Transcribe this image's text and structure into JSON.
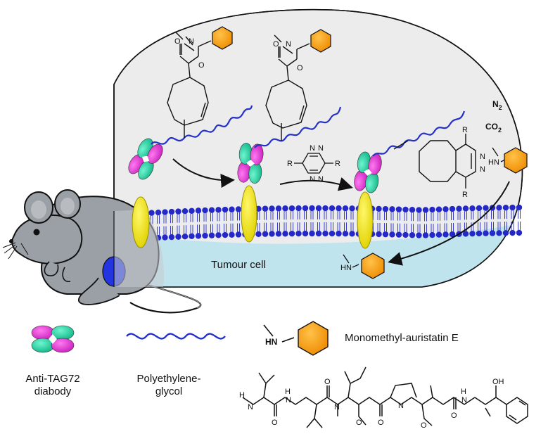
{
  "labels": {
    "tumour_cell": "Tumour cell",
    "anti_tag72_line1": "Anti-TAG72",
    "anti_tag72_line2": "diabody",
    "peg_line1": "Polyethylene-",
    "peg_line2": "glycol",
    "mmae": "Monomethyl-auristatin E"
  },
  "chem": {
    "n2": "N",
    "n2_sub": "2",
    "co2": "CO",
    "co2_sub": "2",
    "hn": "HN",
    "n": "N",
    "o": "O",
    "r": "R",
    "h": "H",
    "oh": "OH"
  },
  "colors": {
    "bubble_fill": "#ececec",
    "cytoplasm": "#bfe4ee",
    "lipid_head": "#2428c8",
    "peg": "#2430c8",
    "receptor": "#f1e80f",
    "drug": "#f39c12",
    "diabody_magenta": "#e53ad8",
    "diabody_green": "#22d6a4",
    "mouse": "#9aa0a6",
    "tumour": "#2335e0"
  }
}
